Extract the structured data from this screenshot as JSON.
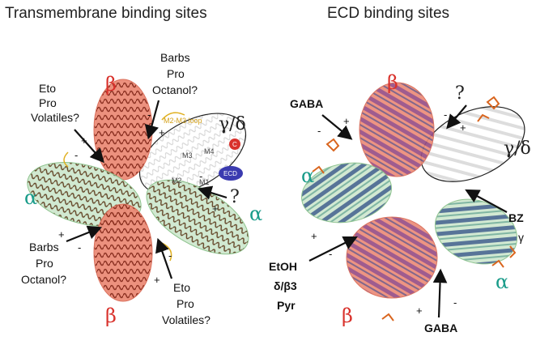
{
  "left_panel": {
    "title": "Transmembrane binding sites",
    "subunits": {
      "beta_top": "β",
      "beta_bottom": "β",
      "alpha_left": "α",
      "alpha_right": "α",
      "gamma_delta": "γ/δ"
    },
    "sites": {
      "top_left": [
        "Eto",
        "Pro",
        "Volatiles?"
      ],
      "top_right": [
        "Barbs",
        "Pro",
        "Octanol?"
      ],
      "bottom_left": [
        "Barbs",
        "Pro",
        "Octanol?"
      ],
      "bottom_right": [
        "Eto",
        "Pro",
        "Volatiles?"
      ],
      "right_question": "?"
    },
    "helix_labels": [
      "M1",
      "M2",
      "M3",
      "M4",
      "C"
    ],
    "loop_label": "M2-M3 loop",
    "ecd_label": "ECD"
  },
  "right_panel": {
    "title": "ECD binding sites",
    "subunits": {
      "beta_top": "β",
      "beta_bottom": "β",
      "alpha_left": "α",
      "alpha_right": "α",
      "gamma_delta": "γ/δ"
    },
    "sites": {
      "gaba_top": "GABA",
      "question": "?",
      "bz": "BZ",
      "bz_sub": "γ",
      "etoh": [
        "EtOH",
        "δ/β3",
        "Pyr"
      ],
      "gaba_bottom": "GABA"
    }
  },
  "colors": {
    "beta": "#ec8c78",
    "alpha": "#cfe8cf",
    "beta_text": "#d9322c",
    "alpha_text": "#1a9c8a"
  }
}
